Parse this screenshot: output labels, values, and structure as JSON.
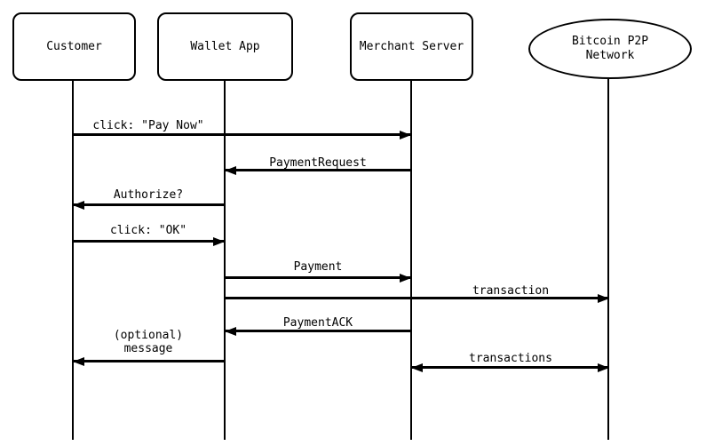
{
  "diagram": {
    "type": "sequence-diagram",
    "background_color": "#ffffff",
    "line_color": "#000000",
    "text_color": "#000000",
    "actors": [
      {
        "name": "Customer",
        "shape": "rounded-rectangle"
      },
      {
        "name": "Wallet App",
        "shape": "rounded-rectangle"
      },
      {
        "name": "Merchant Server",
        "shape": "rounded-rectangle"
      },
      {
        "name": "Bitcoin P2P Network",
        "display": "Bitcoin P2P\nNetwork",
        "shape": "ellipse"
      }
    ],
    "messages": [
      {
        "label": "click: \"Pay Now\"",
        "from": "Customer",
        "to": "Merchant Server",
        "arrow": "right"
      },
      {
        "label": "PaymentRequest",
        "from": "Merchant Server",
        "to": "Wallet App",
        "arrow": "left"
      },
      {
        "label": "Authorize?",
        "from": "Wallet App",
        "to": "Customer",
        "arrow": "left"
      },
      {
        "label": "click: \"OK\"",
        "from": "Customer",
        "to": "Wallet App",
        "arrow": "right"
      },
      {
        "label": "Payment",
        "from": "Wallet App",
        "to": "Merchant Server",
        "arrow": "right"
      },
      {
        "label": "transaction",
        "from": "Wallet App",
        "to": "Bitcoin P2P Network",
        "arrow": "right"
      },
      {
        "label": "PaymentACK",
        "from": "Merchant Server",
        "to": "Wallet App",
        "arrow": "left"
      },
      {
        "label": "(optional)\nmessage",
        "from": "Wallet App",
        "to": "Customer",
        "arrow": "left"
      },
      {
        "label": "transactions",
        "from": "Merchant Server",
        "to": "Bitcoin P2P Network",
        "arrow": "both"
      }
    ]
  }
}
